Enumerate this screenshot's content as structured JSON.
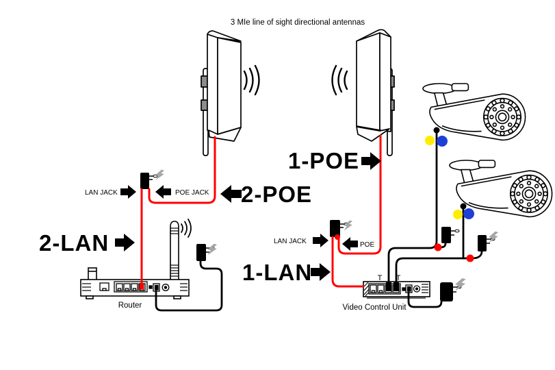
{
  "title": "3 MIe line of sight directional antennas",
  "labels": {
    "poe2": "2-POE",
    "poe1": "1-POE",
    "lan2": "2-LAN",
    "lan1": "1-LAN",
    "lan_jack_left": "LAN JACK",
    "poe_jack_left": "POE JACK",
    "lan_jack_right": "LAN JACK",
    "poe_right": "POE",
    "router": "Router",
    "video_control_unit": "Video Control Unit",
    "t_left": "T",
    "t_right": "T"
  },
  "colors": {
    "cable_poe": "#ff0000",
    "cable_data": "#000000",
    "dot_yellow": "#ffec00",
    "dot_blue": "#1e3fd6",
    "dot_red": "#ff0000",
    "lightning": "#a6a6a6",
    "clip_gray": "#8c8c8c"
  }
}
